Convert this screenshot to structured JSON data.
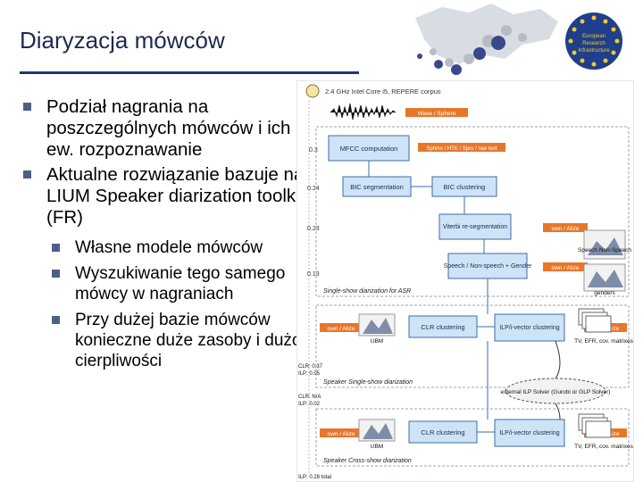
{
  "slide": {
    "title": "Diaryzacja mówców"
  },
  "bullets": [
    {
      "text": "Podział nagrania na poszczególnych mówców i ich ew. rozpoznawanie"
    },
    {
      "text": "Aktualne rozwiązanie bazuje na LIUM Speaker diarization toolkit (FR)"
    }
  ],
  "subbullets": [
    {
      "text": "Własne modele mówców"
    },
    {
      "text": "Wyszukiwanie tego samego mówcy w nagraniach"
    },
    {
      "text": "Przy dużej bazie mówców konieczne duże zasoby i dużo cierpliwości"
    }
  ],
  "logo": {
    "lines": [
      "European",
      "Research",
      "Infrastructure"
    ]
  },
  "diagram": {
    "header": "2.4 GHz Intel Core i5, REPERE corpus",
    "tags": {
      "wave": "Wave / Sphere",
      "sphinx": "Sphinx / HTK / Spro / raw text",
      "own1": "own / Alize",
      "own2": "own / Alize",
      "own3": "own / Alize",
      "own4": "own / Alize",
      "own5": "own / Alize",
      "own6": "own / Alize"
    },
    "boxes": {
      "mfcc": "MFCC computation",
      "bic_seg": "BIC segmentation",
      "bic_clu": "BIC clustering",
      "viterbi": "Viterbi re-segmentation",
      "speech": "Speech / Non-speech + Gender",
      "clr1": "CLR clustering",
      "ilp1": "ILP/i-vector clustering",
      "clr2": "CLR clustering",
      "ilp2": "ILP/i-vector clustering",
      "solver": "external ILP Solver (Gurobi or GLP Solver)"
    },
    "numbers": {
      "n1": "0.3",
      "n2": "0.24",
      "n3": "0.23",
      "n4": "0.13",
      "clr_ilp_a1": "CLR: 0.37",
      "clr_ilp_a2": "ILP: 0.05",
      "clr_ilp_b1": "CLR: N/A",
      "clr_ilp_b2": "ILP: 0.02",
      "total": "ILP: 0.28 total"
    },
    "labels": {
      "speech_nonspeech": "Speech Non-Speech",
      "genders": "genders",
      "ubm1": "UBM",
      "ubm2": "UBM",
      "tv1": "TV, EFR, cov. matrixes",
      "tv2": "TV, EFR, cov. matrixes",
      "single_asr": "Single-show diarization for ASR",
      "speaker_single": "Speaker Single-show diarization",
      "speaker_cross": "Speaker Cross-show diarization"
    },
    "colors": {
      "box_fill": "#cfe3f7",
      "box_stroke": "#3a6ea5",
      "tag_fill": "#e8762a",
      "panel_stroke": "#9aa4b2"
    }
  }
}
